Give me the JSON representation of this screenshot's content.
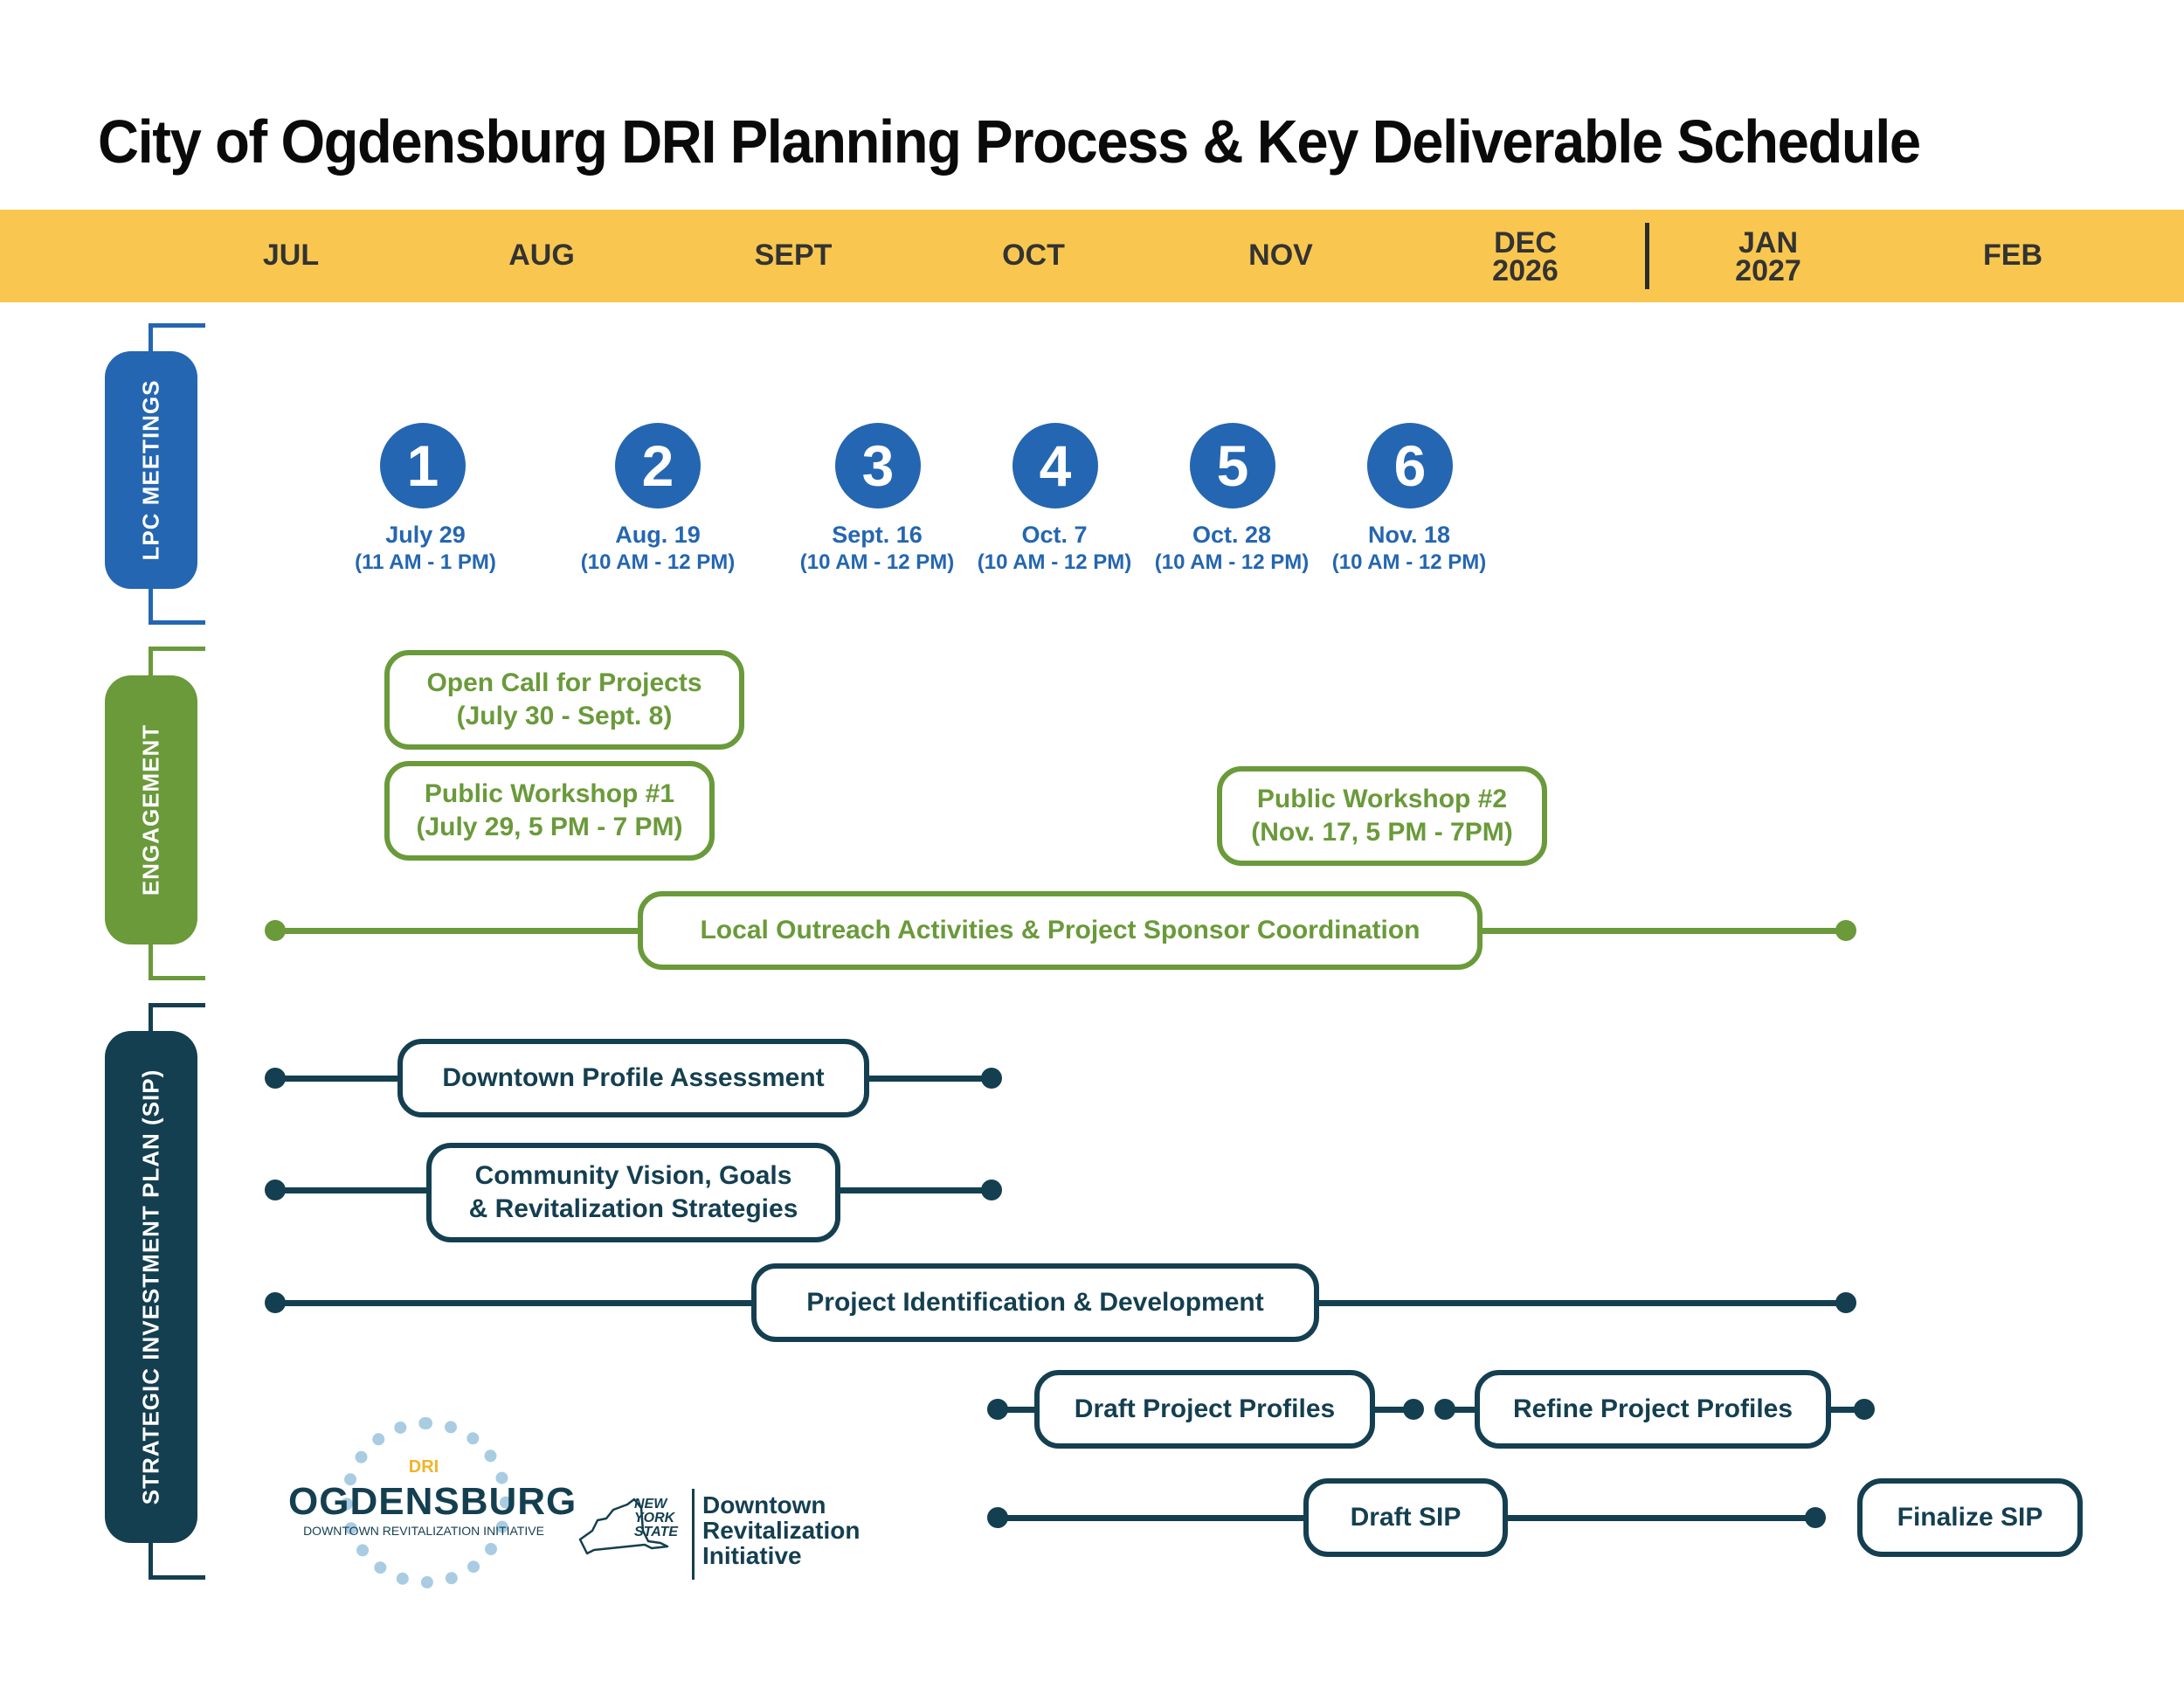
{
  "title": "City of Ogdensburg DRI Planning Process & Key Deliverable Schedule",
  "months": [
    {
      "label": "JUL"
    },
    {
      "label": "AUG"
    },
    {
      "label": "SEPT"
    },
    {
      "label": "OCT"
    },
    {
      "label": "NOV"
    },
    {
      "label": "DEC",
      "year": "2026"
    },
    {
      "label": "JAN",
      "year": "2027"
    },
    {
      "label": "FEB"
    }
  ],
  "sections": {
    "lpc": "LPC MEETINGS",
    "engagement": "ENGAGEMENT",
    "sip": "STRATEGIC INVESTMENT PLAN (SIP)"
  },
  "meetings": [
    {
      "number": "1",
      "date": "July 29",
      "time": "(11 AM - 1 PM)"
    },
    {
      "number": "2",
      "date": "Aug. 19",
      "time": "(10 AM - 12 PM)"
    },
    {
      "number": "3",
      "date": "Sept. 16",
      "time": "(10 AM - 12 PM)"
    },
    {
      "number": "4",
      "date": "Oct. 7",
      "time": "(10 AM - 12 PM)"
    },
    {
      "number": "5",
      "date": "Oct. 28",
      "time": "(10 AM - 12 PM)"
    },
    {
      "number": "6",
      "date": "Nov. 18",
      "time": "(10 AM - 12 PM)"
    }
  ],
  "engagement": {
    "open_call": "Open Call for Projects\n(July 30 - Sept. 8)",
    "workshop1": "Public Workshop #1\n(July 29, 5 PM - 7 PM)",
    "workshop2": "Public Workshop #2\n(Nov. 17, 5 PM - 7PM)",
    "outreach": "Local Outreach Activities & Project Sponsor Coordination"
  },
  "sip": {
    "downtown_profile": "Downtown Profile Assessment",
    "vision": "Community Vision, Goals\n& Revitalization Strategies",
    "project_id": "Project Identification & Development",
    "draft_profiles": "Draft Project Profiles",
    "refine_profiles": "Refine Project Profiles",
    "draft_sip": "Draft SIP",
    "finalize_sip": "Finalize SIP"
  },
  "logos": {
    "ogdensburg_tag": "DRI",
    "ogdensburg_name": "OGDENSBURG",
    "ogdensburg_sub": "DOWNTOWN REVITALIZATION INITIATIVE",
    "nys_state": "NEW\nYORK\nSTATE",
    "nys_program": "Downtown\nRevitalization\nInitiative"
  },
  "colors": {
    "band": "#f9c74f",
    "lpc": "#2466b1",
    "engagement": "#6a9a3a",
    "sip": "#143f50"
  }
}
